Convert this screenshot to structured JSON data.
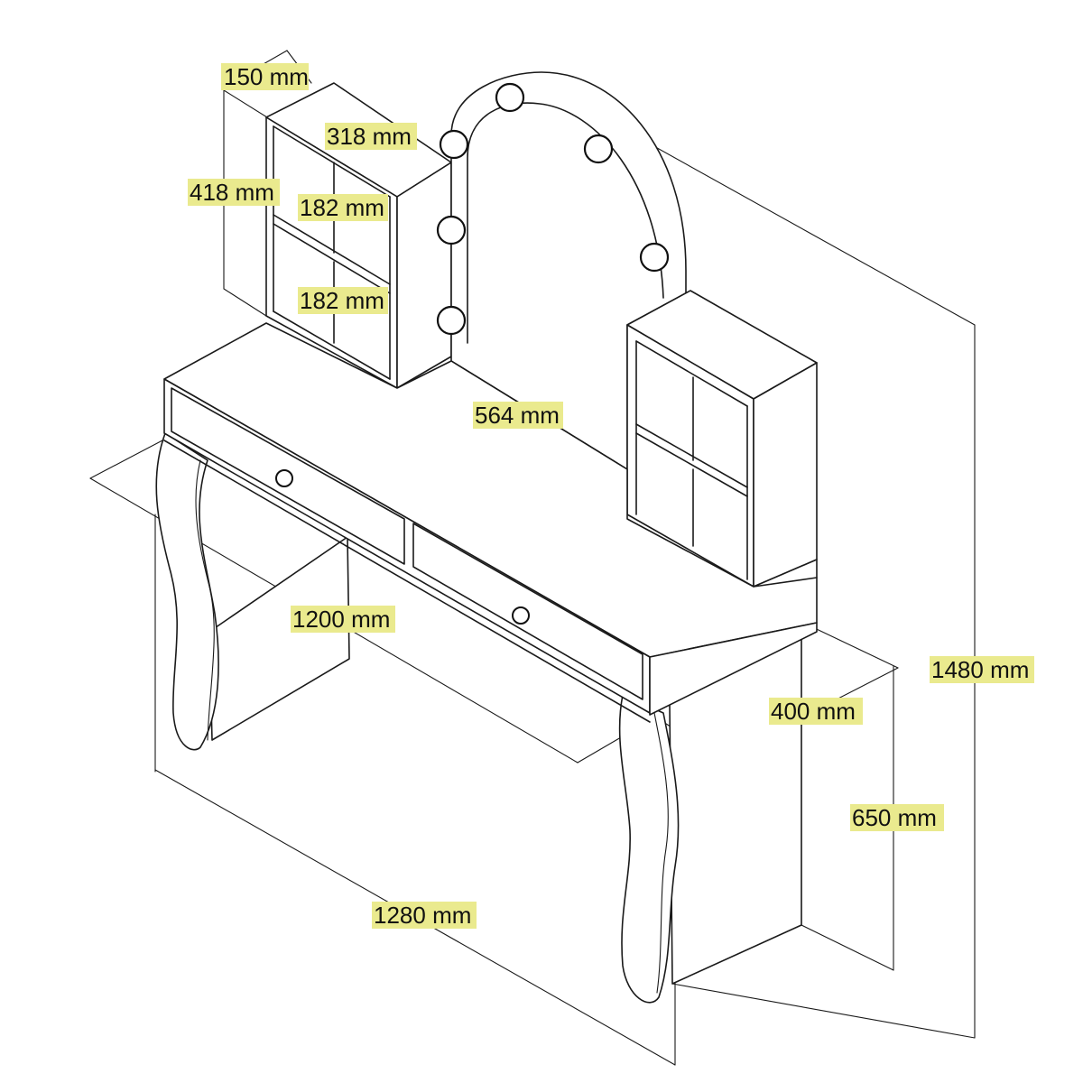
{
  "dimensions": {
    "shelf_depth": "150 mm",
    "shelf_width": "318 mm",
    "shelf_height": "418 mm",
    "shelf_compartment_upper": "182 mm",
    "shelf_compartment_lower": "182 mm",
    "mirror_width": "564 mm",
    "desk_inner_width": "1200 mm",
    "desk_depth": "400 mm",
    "total_height": "1480 mm",
    "desk_height": "650 mm",
    "total_width": "1280 mm"
  },
  "colors": {
    "label_highlight": "#eaea8e",
    "line": "#1a1a1a",
    "background": "#ffffff"
  }
}
